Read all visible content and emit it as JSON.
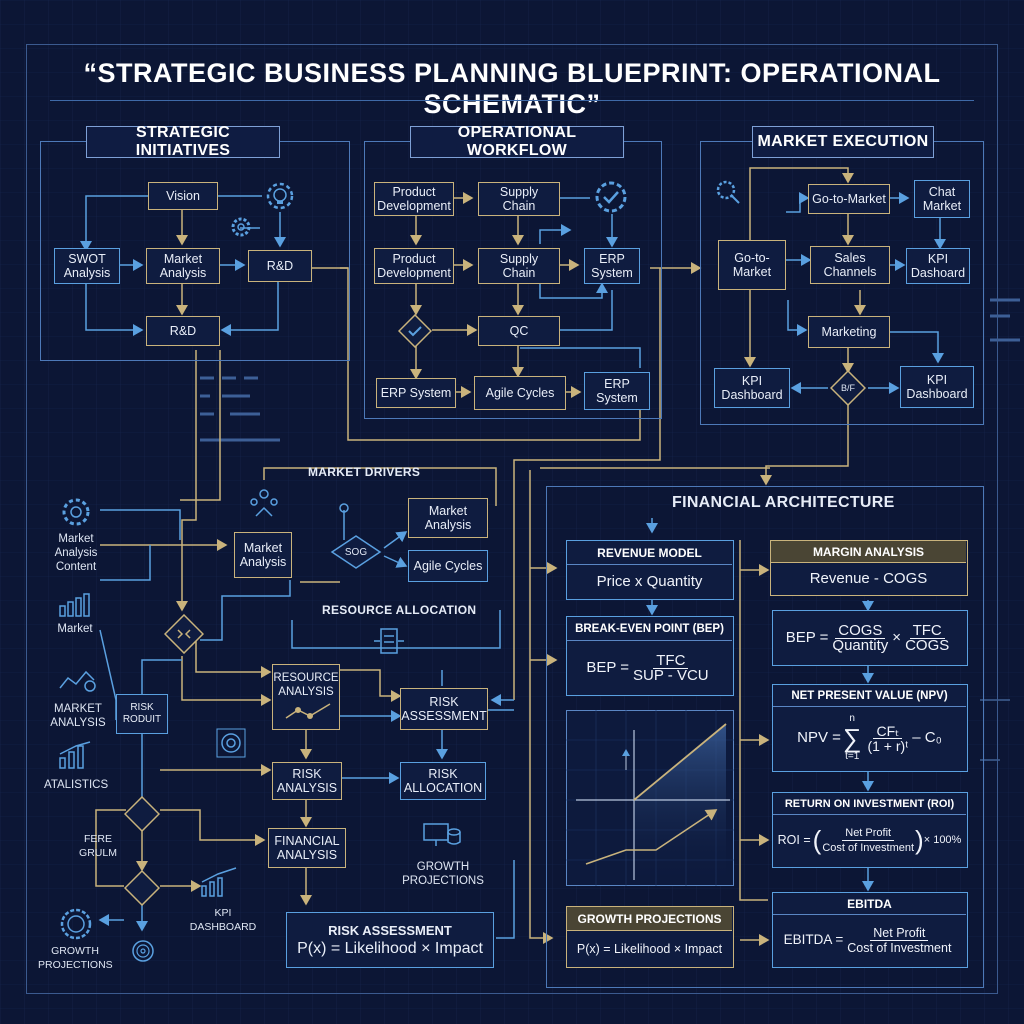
{
  "title": "“STRATEGIC BUSINESS PLANNING BLUEPRINT: OPERATIONAL SCHEMATIC”",
  "colors": {
    "background": "#0c1635",
    "gold": "#c9b37c",
    "blue": "#5aa0e0",
    "line": "#7ea0d6"
  },
  "strategic": {
    "header": "STRATEGIC INITIATIVES",
    "vision": "Vision",
    "swot": "SWOT\nAnalysis",
    "market_analysis": "Market\nAnalysis",
    "rd_right": "R&D",
    "rd_bottom": "R&D"
  },
  "operational": {
    "header": "OPERATIONAL WORKFLOW",
    "product_dev_1": "Product\nDevelopment",
    "supply_chain_1": "Supply\nChain",
    "product_dev_2": "Product\nDevelopment",
    "supply_chain_2": "Supply\nChain",
    "erp_1": "ERP\nSystem",
    "qc": "QC",
    "erp_system": "ERP System",
    "agile": "Agile Cycles",
    "erp_2": "ERP\nSystem"
  },
  "market_exec": {
    "header": "MARKET EXECUTION",
    "gtm_top": "Go-to-Market",
    "chat_market": "Chat\nMarket",
    "gtm_left": "Go-to-\nMarket",
    "sales_channels": "Sales\nChannels",
    "kpi_right": "KPI\nDashoard",
    "marketing": "Marketing",
    "kpi_bottom_left": "KPI\nDashboard",
    "kpi_bottom_right": "KPI\nDashboard",
    "diamond": "B/F"
  },
  "left": {
    "market_drivers": "MARKET DRIVERS",
    "market_analysis_content": "Market\nAnalysis\nContent",
    "market": "Market",
    "market_analysis_box": "Market\nAnalysis",
    "sog": "SOG",
    "market_analysis_r": "Market\nAnalysis",
    "agile_cycles": "Agile Cycles",
    "resource_allocation": "RESOURCE ALLOCATION",
    "resource_analysis": "RESOURCE\nANALYSIS",
    "risk_assessment": "RISK\nASSESSMENT",
    "market_analysis_side": "MARKET\nANALYSIS",
    "risk_roduit": "RISK\nRODUIT",
    "atalistics": "ATALISTICS",
    "risk_analysis": "RISK\nANALYSIS",
    "risk_allocation": "RISK\nALLOCATION",
    "fere_grulm": "FERE\nGRULM",
    "financial_analysis": "FINANCIAL\nANALYSIS",
    "growth_projections_mid": "GROWTH\nPROJECTIONS",
    "kpi_dashboard": "KPI DASHBOARD",
    "growth_projections_left": "GROWTH\nPROJECTIONS",
    "risk_assessment_formula_header": "RISK ASSESSMENT",
    "risk_assessment_formula": "P(x) = Likelihood × Impact"
  },
  "financial": {
    "header": "FINANCIAL ARCHITECTURE",
    "revenue_model": {
      "header": "REVENUE MODEL",
      "body": "Price x Quantity"
    },
    "margin": {
      "header": "MARGIN ANALYSIS",
      "body": "Revenue - COGS"
    },
    "bep": {
      "header": "BREAK-EVEN POINT (BEP)",
      "lhs": "BEP =",
      "num": "TFC",
      "den": "SUP - VCU"
    },
    "bep2": {
      "lhs": "BEP =",
      "num1": "COGS",
      "den1": "Quantity",
      "times": "×",
      "num2": "TFC",
      "den2": "COGS"
    },
    "npv": {
      "header": "NET PRESENT VALUE (NPV)",
      "lhs": "NPV =",
      "sum_top": "n",
      "sum": "∑",
      "sum_bottom": "t=1",
      "num": "CFₜ",
      "den": "(1 + r)ᵗ",
      "tail": "– C₀"
    },
    "roi": {
      "header": "RETURN ON INVESTMENT (ROI)",
      "lhs": "ROI =",
      "num": "Net Profit",
      "den": "Cost of Investment",
      "tail": "× 100%"
    },
    "growth": {
      "header": "GROWTH PROJECTIONS",
      "body": "P(x) = Likelihood × Impact"
    },
    "ebitda": {
      "header": "EBITDA",
      "lhs": "EBITDA =",
      "num": "Net Profit",
      "den": "Cost of Investment"
    }
  }
}
